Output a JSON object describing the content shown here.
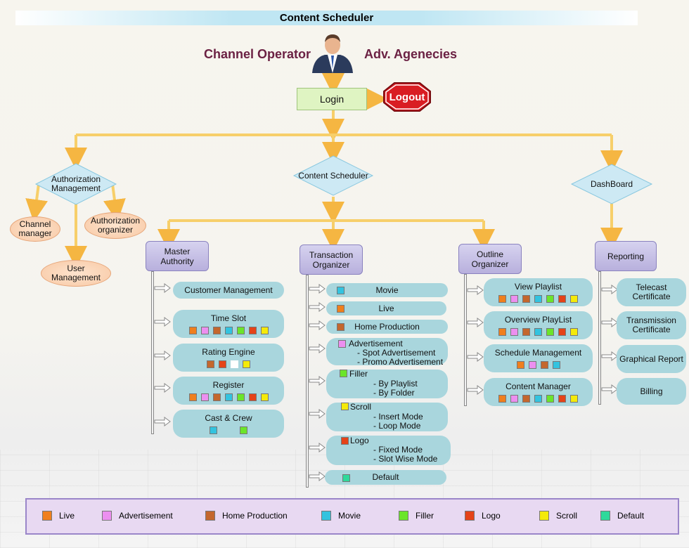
{
  "title": "Content Scheduler",
  "roles": {
    "left": "Channel Operator",
    "right": "Adv. Agenecies"
  },
  "login": "Login",
  "logout": "Logout",
  "colors": {
    "Live": "#f07f1d",
    "Advertisement": "#ec8ff0",
    "Home Production": "#c4672d",
    "Movie": "#33c3df",
    "Filler": "#6be52a",
    "Logo": "#e54318",
    "Scroll": "#f4ea0a",
    "Default": "#2fd99b"
  },
  "auth": {
    "diamond_line1": "Authorization",
    "diamond_line2": "Management",
    "channel_l1": "Channel",
    "channel_l2": "manager",
    "org_l1": "Authorization",
    "org_l2": "organizer",
    "user_l1": "User",
    "user_l2": "Management"
  },
  "content_scheduler": "Content Scheduler",
  "dashboard": "DashBoard",
  "master": {
    "l1": "Master",
    "l2": "Authority",
    "items": [
      {
        "label": "Customer Management",
        "sw": []
      },
      {
        "label": "Time Slot",
        "sw": [
          "Live",
          "Advertisement",
          "Home Production",
          "Movie",
          "Filler",
          "Logo",
          "Scroll"
        ]
      },
      {
        "label": "Rating Engine",
        "sw": [
          "Home Production",
          "Logo",
          "Scroll"
        ]
      },
      {
        "label": "Register",
        "sw": [
          "Live",
          "Advertisement",
          "Home Production",
          "Movie",
          "Filler",
          "Logo",
          "Scroll"
        ]
      },
      {
        "label": "Cast & Crew",
        "sw": [
          "Movie",
          "Filler"
        ]
      }
    ]
  },
  "transaction": {
    "l1": "Transaction",
    "l2": "Organizer",
    "items": [
      {
        "label": "Movie",
        "sw": "Movie"
      },
      {
        "label": "Live",
        "sw": "Live"
      },
      {
        "label": "Home Production",
        "sw": "Home Production"
      },
      {
        "label": "Advertisement",
        "sw": "Advertisement",
        "subs": [
          "- Spot Advertisement",
          "- Promo Advertisement"
        ]
      },
      {
        "label": "Filler",
        "sw": "Filler",
        "subs": [
          "- By Playlist",
          "- By Folder"
        ]
      },
      {
        "label": "Scroll",
        "sw": "Scroll",
        "subs": [
          "- Insert Mode",
          "- Loop Mode"
        ]
      },
      {
        "label": "Logo",
        "sw": "Logo",
        "subs": [
          "- Fixed Mode",
          "- Slot Wise Mode"
        ]
      },
      {
        "label": "Default",
        "sw": "Default"
      }
    ]
  },
  "outline": {
    "l1": "Outline",
    "l2": "Organizer",
    "items": [
      {
        "label": "View Playlist",
        "sw": [
          "Live",
          "Advertisement",
          "Home Production",
          "Movie",
          "Filler",
          "Logo",
          "Scroll"
        ]
      },
      {
        "label": "Overview PlayList",
        "sw": [
          "Live",
          "Advertisement",
          "Home Production",
          "Movie",
          "Filler",
          "Logo",
          "Scroll"
        ]
      },
      {
        "label": "Schedule Management",
        "sw": [
          "Live",
          "Advertisement",
          "Home Production",
          "Movie"
        ]
      },
      {
        "label": "Content Manager",
        "sw": [
          "Live",
          "Advertisement",
          "Home Production",
          "Movie",
          "Filler",
          "Logo",
          "Scroll"
        ]
      }
    ]
  },
  "reporting": {
    "label": "Reporting",
    "items": [
      {
        "l1": "Telecast",
        "l2": "Certificate"
      },
      {
        "l1": "Transmission",
        "l2": "Certificate"
      },
      {
        "l1": "Graphical Report",
        "l2": ""
      },
      {
        "l1": "Billing",
        "l2": ""
      }
    ]
  },
  "legend": [
    "Live",
    "Advertisement",
    "Home Production",
    "Movie",
    "Filler",
    "Logo",
    "Scroll",
    "Default"
  ]
}
